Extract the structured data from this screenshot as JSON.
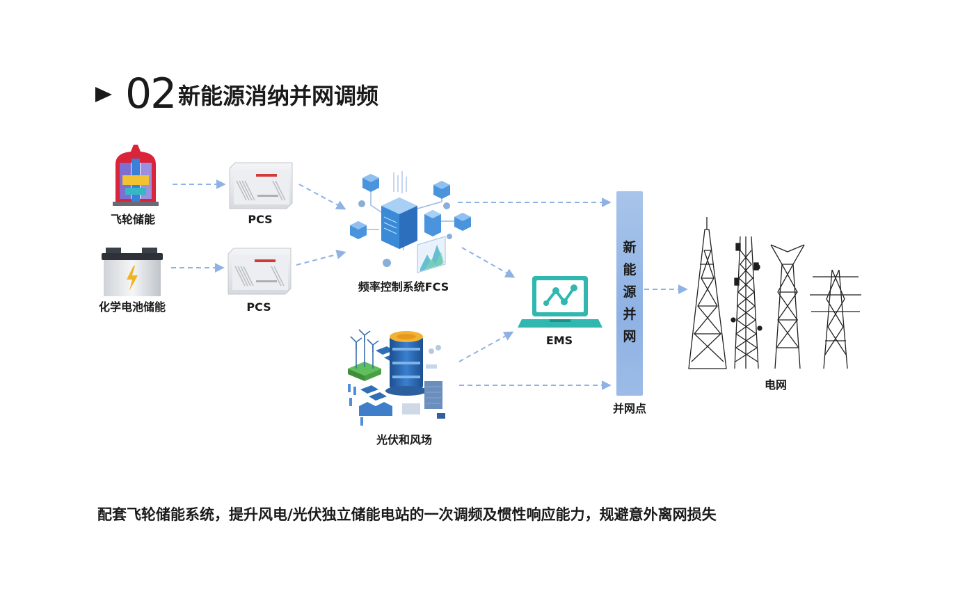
{
  "header": {
    "number": "02",
    "title": "新能源消纳并网调频"
  },
  "nodes": {
    "flywheel": "飞轮储能",
    "battery": "化学电池储能",
    "pcs_top": "PCS",
    "pcs_bottom": "PCS",
    "fcs": "频率控制系统FCS",
    "renewables": "光伏和风场",
    "ems": "EMS",
    "grid_bar_chars": [
      "新",
      "能",
      "源",
      "并",
      "网"
    ],
    "grid_point": "并网点",
    "grid": "电网"
  },
  "footer": {
    "caption": "配套飞轮储能系统，提升风电/光伏独立储能电站的一次调频及惯性响应能力，规避意外离网损失"
  },
  "colors": {
    "arrow": "#8fb2e4",
    "ems_teal": "#2fb7b0",
    "grid_bar": "#9cbbe6",
    "server_blue": "#3b8ad8"
  }
}
